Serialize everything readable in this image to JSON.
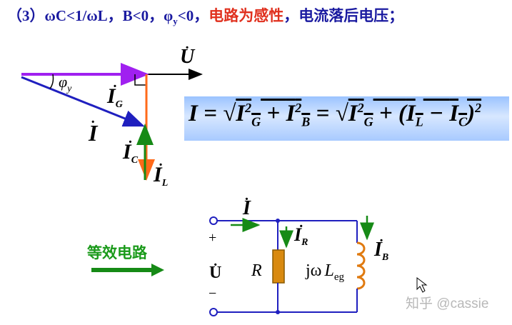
{
  "heading": {
    "part1": "（3）ωC<1/ωL，B<0，φ",
    "phi_sub": "y",
    "part2": "<0，",
    "red_text": "电路为感性",
    "part3": "，电流落后电压；"
  },
  "phasor_labels": {
    "U": "U",
    "phi": "φ",
    "phi_sub": "y",
    "IG": "I",
    "IG_sub": "G",
    "I": "I",
    "IC": "I",
    "IC_sub": "C",
    "IL": "I",
    "IL_sub": "L"
  },
  "formula": {
    "lhs": "I = ",
    "term1": "I",
    "term1_sub": "G",
    "term1_sup": "2",
    "plus": " + ",
    "term2": "I",
    "term2_sub": "B",
    "term2_sup": "2",
    "eq": " = ",
    "term3": "I",
    "term3_sub": "G",
    "term3_sup": "2",
    "plus2": " + (",
    "term4": "I",
    "term4_sub": "L",
    "minus": " − ",
    "term5": "I",
    "term5_sub": "C",
    "close": ")",
    "close_sup": "2"
  },
  "equivalent_label": "等效电路",
  "circuit": {
    "I": "I",
    "IR": "I",
    "IR_sub": "R",
    "IB": "I",
    "IB_sub": "B",
    "plus": "+",
    "U": "U",
    "minus": "−",
    "R": "R",
    "impedance": "jω",
    "L": "L",
    "L_sub": "eg"
  },
  "watermark": "知乎 @cassie",
  "colors": {
    "purple": "#a020f0",
    "blue_arrow": "#1f1fbf",
    "orange": "#ff6a1a",
    "green": "#168a16",
    "heading_blue": "#1a1aa0",
    "heading_red": "#e0301e",
    "resistor": "#d98a10",
    "coil": "#e07a10"
  }
}
